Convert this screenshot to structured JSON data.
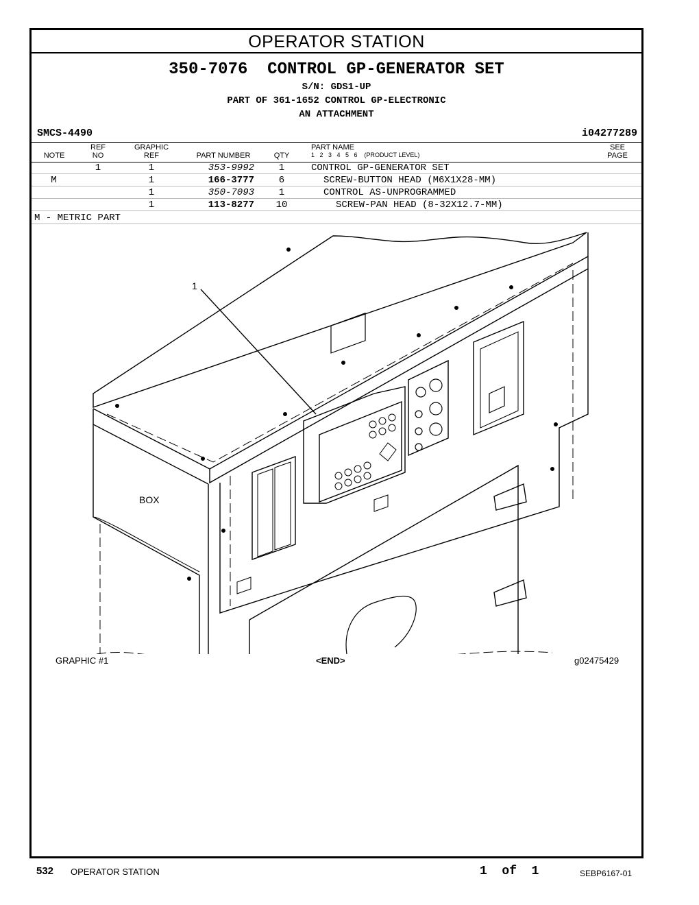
{
  "section_title": "OPERATOR STATION",
  "group": {
    "title": "350-7076  CONTROL GP-GENERATOR SET",
    "serial": "S/N: GDS1-UP",
    "part_of": "PART OF 361-1652 CONTROL GP-ELECTRONIC",
    "attachment": "AN ATTACHMENT"
  },
  "smcs": "SMCS-4490",
  "info_id": "i04277289",
  "table": {
    "headers": {
      "note": "NOTE",
      "ref_no_1": "REF",
      "ref_no_2": "NO",
      "graphic_ref_1": "GRAPHIC",
      "graphic_ref_2": "REF",
      "part_number": "PART NUMBER",
      "qty": "QTY",
      "part_name": "PART NAME",
      "product_level": "1   2   3   4   5   6    (PRODUCT LEVEL)",
      "see_page_1": "SEE",
      "see_page_2": "PAGE"
    },
    "rows": [
      {
        "note": "",
        "ref_no": "1",
        "graphic_ref": "1",
        "part_number": "353-9992",
        "qty": "1",
        "part_name": "CONTROL GP-GENERATOR SET"
      },
      {
        "note": "M",
        "ref_no": "",
        "graphic_ref": "1",
        "part_number": "166-3777",
        "qty": "6",
        "part_name": "SCREW-BUTTON HEAD (M6X1X28-MM)"
      },
      {
        "note": "",
        "ref_no": "",
        "graphic_ref": "1",
        "part_number": "350-7093",
        "qty": "1",
        "part_name": "CONTROL AS-UNPROGRAMMED"
      },
      {
        "note": "",
        "ref_no": "",
        "graphic_ref": "1",
        "part_number": "113-8277",
        "qty": "10",
        "part_name": "SCREW-PAN HEAD (8-32X12.7-MM)"
      }
    ]
  },
  "metric_note": "M - METRIC PART",
  "drawing": {
    "callout": "1",
    "box_label": "BOX"
  },
  "caption": {
    "graphic": "GRAPHIC #1",
    "end": "<END>",
    "graphic_id": "g02475429"
  },
  "footer": {
    "page_number": "532",
    "section": "OPERATOR STATION",
    "page_of": "1  of  1",
    "doc_id": "SEBP6167-01"
  }
}
